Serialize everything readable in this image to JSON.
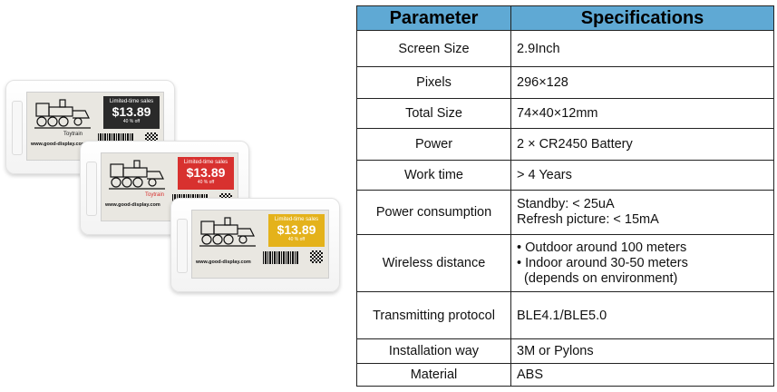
{
  "products": [
    {
      "label": "Limited-time sales",
      "price": "$13.89",
      "discount": "40 % off",
      "name": "Toytrain",
      "url": "www.good-display.com",
      "accent": "#2a2a2a"
    },
    {
      "label": "Limited-time sales",
      "price": "$13.89",
      "discount": "40 % off",
      "name": "Toytrain",
      "url": "www.good-display.com",
      "accent": "#d8312f"
    },
    {
      "label": "Limited-time sales",
      "price": "$13.89",
      "discount": "40 % off",
      "name": "",
      "url": "www.good-display.com",
      "accent": "#e4b21b"
    }
  ],
  "table": {
    "header": {
      "param": "Parameter",
      "spec": "Specifications"
    },
    "rows": [
      {
        "param": "Screen Size",
        "value": "2.9Inch"
      },
      {
        "param": "Pixels",
        "value": "296×128"
      },
      {
        "param": "Total Size",
        "value": "74×40×12mm"
      },
      {
        "param": "Power",
        "value": "2 × CR2450 Battery"
      },
      {
        "param": "Work time",
        "value": "> 4 Years"
      },
      {
        "param": "Power consumption",
        "lines": [
          "Standby: < 25uA",
          "Refresh picture: < 15mA"
        ]
      },
      {
        "param": "Wireless distance",
        "lines": [
          "• Outdoor around 100 meters",
          "• Indoor around 30-50 meters",
          "  (depends on environment)"
        ]
      },
      {
        "param": "Transmitting protocol",
        "value": "BLE4.1/BLE5.0"
      },
      {
        "param": "Installation way",
        "value": "3M or Pylons"
      },
      {
        "param": "Material",
        "value": "ABS"
      }
    ]
  },
  "colors": {
    "header_bg": "#5fa9d4",
    "border": "#222222"
  }
}
